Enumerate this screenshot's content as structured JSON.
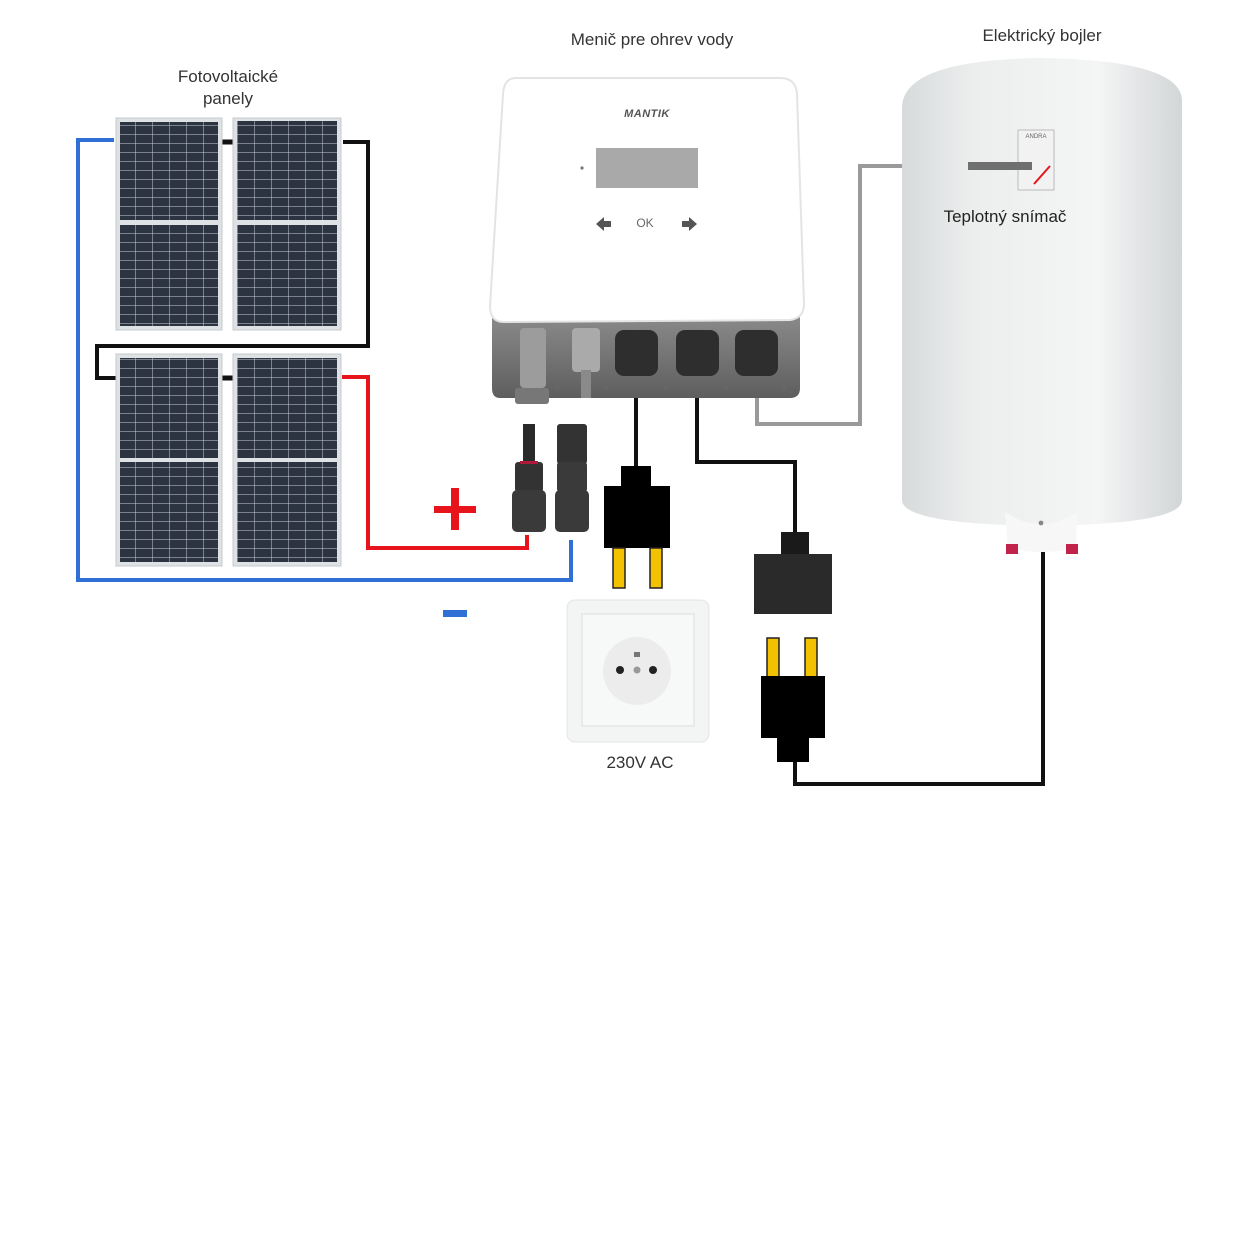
{
  "labels": {
    "pv_panels": "Fotovoltaické\npanely",
    "pv_panels_line1": "Fotovoltaické",
    "pv_panels_line2": "panely",
    "inverter": "Menič pre ohrev vody",
    "boiler": "Elektrický bojler",
    "temp_sensor": "Teplotný snímač",
    "socket": "230V AC",
    "plus": "+",
    "minus": "−"
  },
  "inverter": {
    "brand": "MANTIK",
    "ok_label": "OK"
  },
  "boiler": {
    "thermostat_brand": "ANDRA"
  },
  "colors": {
    "positive_wire": "#e8141b",
    "negative_wire": "#2f6fd6",
    "series_wire": "#111111",
    "sensor_wire": "#9a9a9a",
    "plug_pin": "#f2c200",
    "panel_cell": "#2b3440"
  }
}
